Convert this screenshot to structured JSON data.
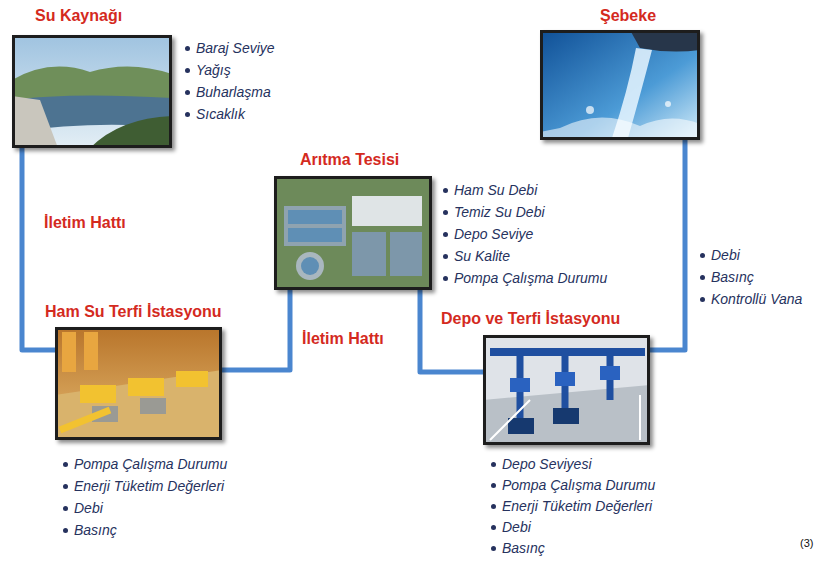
{
  "diagram": {
    "nodes": [
      {
        "text": [
          "Su Kaynağı",
          "Baraj Seviye",
          "Yağış",
          "Buharlaşma",
          "Sıcaklık"
        ]
      },
      {
        "text": [
          "Şebeke"
        ]
      },
      {
        "text": [
          "Arıtma Tesisi",
          "Ham Su Debi",
          "Temiz Su Debi",
          "Depo Seviye",
          "Su Kalite",
          "Pompa Çalışma Durumu"
        ]
      },
      {
        "text": [
          "Ham Su Terfi İstasyonu",
          "Pompa Çalışma Durumu",
          "Enerji Tüketim Değerleri",
          "Debi",
          "Basınç"
        ]
      },
      {
        "text": [
          "Depo ve Terfi İstasyonu",
          "Depo Seviyesi",
          "Pompa Çalışma Durumu",
          "Enerji Tüketim Değerleri",
          "Debi",
          "Basınç"
        ]
      }
    ],
    "edges": [
      {
        "from": 0,
        "to": 3,
        "label": "İletim Hattı",
        "arrow": "none"
      },
      {
        "from": 3,
        "to": 2,
        "arrow": "none"
      },
      {
        "from": 2,
        "to": 4,
        "arrow": "none"
      },
      {
        "from": 4,
        "to": 1,
        "label": "İletim Hattı",
        "arrow": "none"
      }
    ],
    "labels": [
      "Debi",
      "Basınç",
      "Kontrollü Vana",
      "(3)"
    ]
  }
}
